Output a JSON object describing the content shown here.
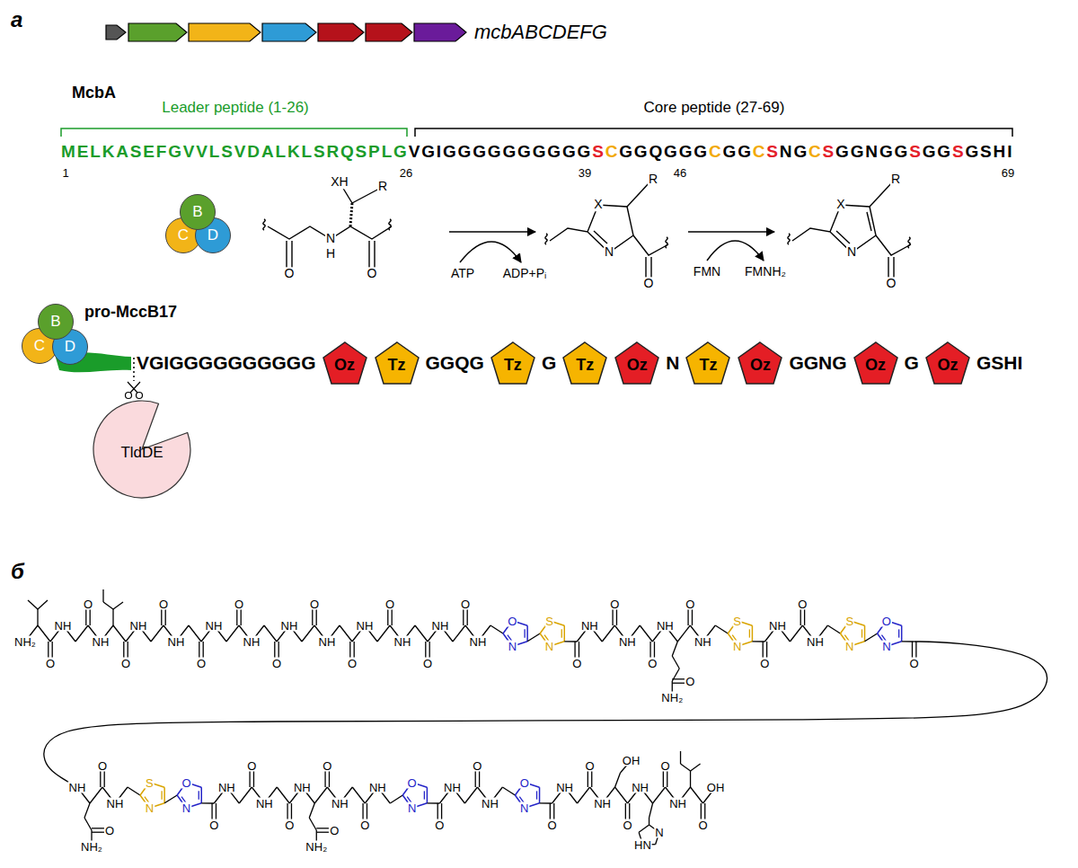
{
  "diagram": {
    "nodes": [
      {
        "text": [
          "B"
        ]
      },
      {
        "text": [
          "C"
        ]
      },
      {
        "text": [
          "D"
        ]
      },
      {
        "text": [
          "B"
        ]
      },
      {
        "text": [
          "C"
        ]
      },
      {
        "text": [
          "D"
        ]
      },
      {
        "text": [
          "Oz"
        ]
      },
      {
        "text": [
          "Tz"
        ]
      },
      {
        "text": [
          "Tz"
        ]
      },
      {
        "text": [
          "Tz"
        ]
      },
      {
        "text": [
          "Oz"
        ]
      },
      {
        "text": [
          "Tz"
        ]
      },
      {
        "text": [
          "Oz"
        ]
      },
      {
        "text": [
          "Oz"
        ]
      },
      {
        "text": [
          "Oz"
        ]
      },
      {
        "text": [
          "TldDE"
        ]
      }
    ],
    "labels": [
      "а",
      "mcbABCDEFG",
      "McbA",
      "Leader peptide (1-26)",
      "Core peptide (27-69)",
      "MELKASEFGVVLSVDALKLSRQSPLG",
      "VGIGGGGGGGGGG",
      "S",
      "C",
      "GGQGGG",
      "C",
      "GG",
      "C",
      "S",
      "NG",
      "C",
      "S",
      "GGNGG",
      "S",
      "GG",
      "S",
      "GSHI",
      "1",
      "26",
      "39",
      "46",
      "69",
      "XH",
      "R",
      "N",
      "H",
      "O",
      "O",
      "ATP",
      "ADP+Pᵢ",
      "X",
      "R",
      "N",
      "O",
      "FMN",
      "FMNH₂",
      "X",
      "R",
      "N",
      "O",
      "pro-MccB17",
      "VGIGGGGGGGGGG",
      "GGQG",
      "G",
      "N",
      "GGNG",
      "G",
      "GSHI",
      "б",
      "NH₂",
      "O",
      "NH",
      "O",
      "NH",
      "O",
      "NH",
      "O",
      "NH",
      "O",
      "NH",
      "O",
      "NH",
      "O",
      "NH",
      "O",
      "NH",
      "O",
      "NH",
      "O",
      "NH",
      "O",
      "NH",
      "O",
      "NH",
      "O",
      "N",
      "S",
      "N",
      "O",
      "NH",
      "O",
      "NH",
      "O",
      "NH",
      "O",
      "O",
      "NH₂",
      "NH",
      "S",
      "N",
      "O",
      "NH",
      "O",
      "NH",
      "S",
      "N",
      "O",
      "N",
      "O",
      "NH",
      "O",
      "O",
      "NH₂",
      "NH",
      "S",
      "N",
      "O",
      "N",
      "O",
      "NH",
      "O",
      "NH",
      "O",
      "NH",
      "O",
      "O",
      "NH₂",
      "NH",
      "O",
      "NH",
      "O",
      "N",
      "O",
      "NH",
      "O",
      "NH",
      "O",
      "N",
      "O",
      "NH",
      "O",
      "NH",
      "O",
      "OH",
      "NH",
      "O",
      "N",
      "HN",
      "NH",
      "O",
      "OH"
    ]
  }
}
